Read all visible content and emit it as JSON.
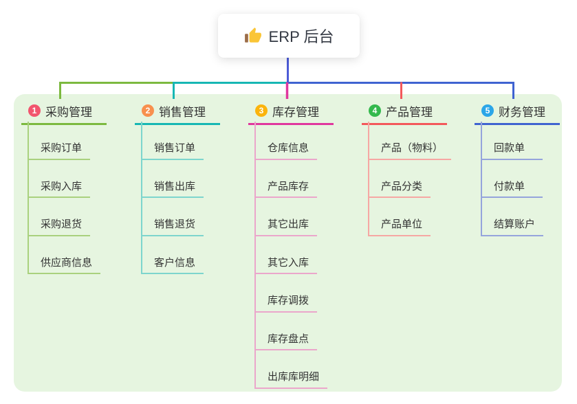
{
  "root": {
    "title": "ERP 后台",
    "icon": "thumbs-up-icon"
  },
  "colors": {
    "trunk": "#4C5BD7",
    "container_bg": "#E6F5E0"
  },
  "branches": [
    {
      "num": "1",
      "title": "采购管理",
      "color": "#7CB93F",
      "light": "#A9D17E",
      "badge": "#F2556E",
      "children": [
        "采购订单",
        "采购入库",
        "采购退货",
        "供应商信息"
      ]
    },
    {
      "num": "2",
      "title": "销售管理",
      "color": "#17B7B4",
      "light": "#7DD5CD",
      "badge": "#F8904E",
      "children": [
        "销售订单",
        "销售出库",
        "销售退货",
        "客户信息"
      ]
    },
    {
      "num": "3",
      "title": "库存管理",
      "color": "#E0379E",
      "light": "#EBA6CB",
      "badge": "#FBB40C",
      "children": [
        "仓库信息",
        "产品库存",
        "其它出库",
        "其它入库",
        "库存调拨",
        "库存盘点",
        "出库库明细"
      ]
    },
    {
      "num": "4",
      "title": "产品管理",
      "color": "#F3585B",
      "light": "#F6A7A3",
      "badge": "#34B94D",
      "children": [
        "产品（物料）",
        "产品分类",
        "产品单位"
      ]
    },
    {
      "num": "5",
      "title": "财务管理",
      "color": "#3F63D1",
      "light": "#95A4DC",
      "badge": "#2BA6E8",
      "children": [
        "回款单",
        "付款单",
        "结算账户"
      ]
    }
  ]
}
